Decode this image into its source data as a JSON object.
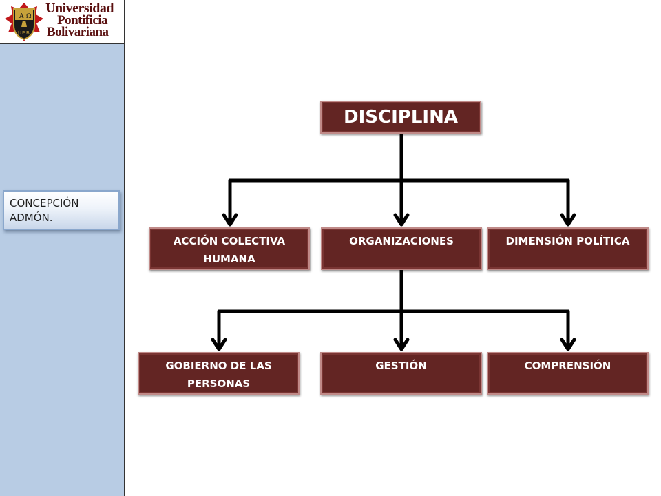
{
  "logo": {
    "line1": "Universidad",
    "line2": "Pontificia",
    "line3": "Bolivariana",
    "crest_letters": [
      "A",
      "Ω",
      "U",
      "P",
      "B"
    ]
  },
  "sidebar": {
    "button_label": "CONCEPCIÓN ADMÓN."
  },
  "diagram": {
    "root": "DISCIPLINA",
    "level1": [
      "ACCIÓN COLECTIVA HUMANA",
      "ORGANIZACIONES",
      "DIMENSIÓN POLÍTICA"
    ],
    "level2": [
      "GOBIERNO DE LAS PERSONAS",
      "GESTIÓN",
      "COMPRENSIÓN"
    ]
  },
  "colors": {
    "node_fill": "#632523",
    "sidebar": "#b8cce4",
    "connector": "#000000"
  }
}
